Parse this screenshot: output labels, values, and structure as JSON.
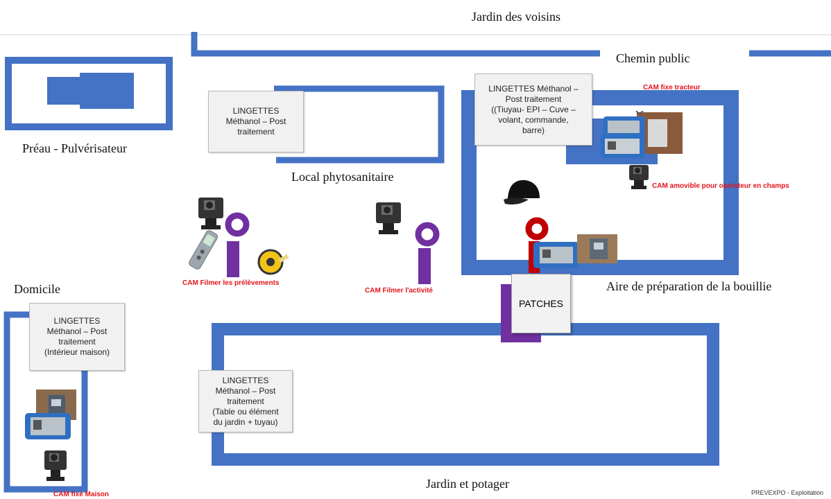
{
  "labels": {
    "jardin_voisins": "Jardin des voisins",
    "chemin_public": "Chemin public",
    "preau": "Préau - Pulvérisateur",
    "local_phyto": "Local phytosanitaire",
    "domicile": "Domicile",
    "aire_preparation": "Aire de préparation de la bouillie",
    "jardin_potager": "Jardin et potager"
  },
  "boxes": {
    "local": [
      "LINGETTES",
      "Méthanol – Post",
      "traitement"
    ],
    "aire": [
      "LINGETTES Méthanol –",
      "Post traitement",
      "((Tiuyau- EPI – Cuve –",
      "volant, commande,",
      "barre)"
    ],
    "domicile": [
      "LINGETTES",
      "Méthanol – Post",
      "traitement",
      "(Intérieur maison)"
    ],
    "jardin": [
      "LINGETTES",
      "Méthanol – Post",
      "traitement",
      "(Table ou élément",
      "du jardin + tuyau)"
    ]
  },
  "patches": "PATCHES",
  "cam_labels": {
    "fixe_tracteur": "CAM fixe tracteur",
    "amovible": "CAM amovible pour opérateur en champs",
    "prelevements": "CAM Filmer les prélèvements",
    "activite": "CAM Filmer l'activité",
    "maison": "CAM fixe Maison"
  },
  "footer": "PREVEXPO - Exploitation",
  "colors": {
    "wall": "#4472c4",
    "purple": "#7030a0",
    "red": "#c00000",
    "cam_text": "#e3141b"
  },
  "icons": [
    "camera-icon",
    "person-icon",
    "cap-icon",
    "meter-icon",
    "tape-measure-icon",
    "sensor-icon"
  ]
}
